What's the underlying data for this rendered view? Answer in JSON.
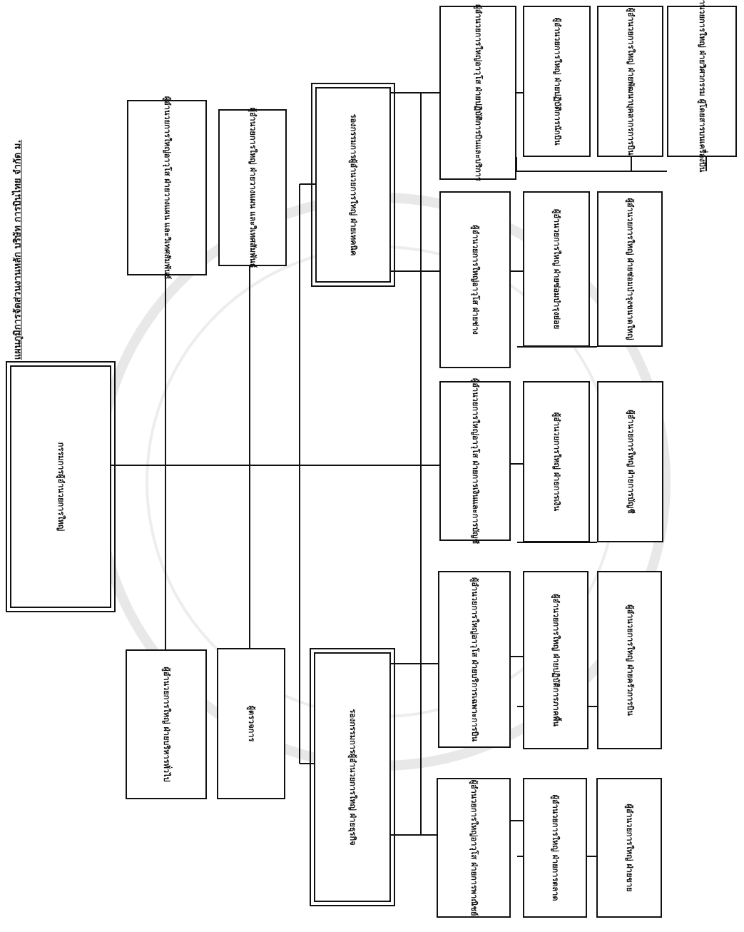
{
  "title": {
    "text": "แผนภูมิการจัดส่วนงานหลัก บริษัท การบินไทย จำกัด ม."
  },
  "nodes": {
    "ceo": "กรรมการผู้อำนวยการใหญ่",
    "general_admin": "ผู้อำนวยการใหญ่ ฝ่ายบริหารทั่วไป",
    "auditor": "ผู้ตรวจการ",
    "planning": "ผู้อำนวยการใหญ่อาวุโส ฝ่ายวางแผน และวิเทศสัมพันธ์",
    "planning_sub": "ผู้อำนวยการใหญ่ ฝ่ายวางแผน และวิเทศสัมพันธ์",
    "evp_business": "รองกรรมการผู้อำนวยการใหญ่ ฝ่ายธุรกิจ",
    "evp_technical": "รองกรรมการผู้อำนวยการใหญ่ ฝ่ายเทคนิค",
    "commercial": "ผู้อำนวยการใหญ่อาวุโส ฝ่ายการพาณิชย์",
    "marketing": "ผู้อำนวยการใหญ่ ฝ่ายการตลาด",
    "sales": "ผู้อำนวยการใหญ่ ฝ่ายขาย",
    "passenger_services": "ผู้อำนวยการใหญ่อาวุโส ฝ่ายบริการเฉพาะการบิน",
    "ground_ops": "ผู้อำนวยการใหญ่ ฝ่ายปฏิบัติการภาคพื้น",
    "catering": "ผู้อำนวยการใหญ่ ฝ่ายครัวการบิน",
    "finance": "ผู้อำนวยการใหญ่อาวุโส ฝ่ายการเงินและการบัญชี",
    "fin_sub": "ผู้อำนวยการใหญ่ ฝ่ายการเงิน",
    "accounting": "ผู้อำนวยการใหญ่ ฝ่ายการบัญชี",
    "engineering": "ผู้อำนวยการใหญ่อาวุโส ฝ่ายช่าง",
    "line_maint": "ผู้อำนวยการใหญ่ ฝ่ายซ่อมบำรุงย่อย",
    "heavy_maint": "ผู้อำนวยการใหญ่ ฝ่ายซ่อมบำรุงขนาดใหญ่",
    "flight_ops": "ผู้อำนวยการใหญ่อาวุโส ฝ่ายปฏิบัติการบินและบริการ",
    "pilots": "ผู้อำนวยการใหญ่ ฝ่ายปฏิบัติการนักบิน",
    "training": "ผู้อำนวยการใหญ่ ฝ่ายพัฒนาบุคลากรการบิน",
    "aircraft_eng": "ผู้อำนวยการใหญ่ ฝ่ายวิศวกรรม ผู้โดยสารบนเครื่องบิน"
  }
}
